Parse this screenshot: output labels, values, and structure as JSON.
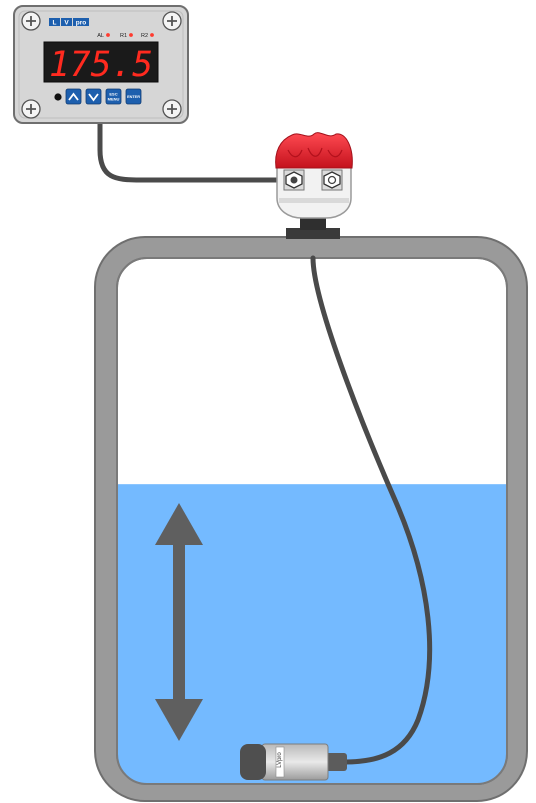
{
  "meter": {
    "brand_label_1": "L",
    "brand_label_2": "V",
    "brand_label_3": "pro",
    "display_value": "175.5",
    "indicators": [
      "AL",
      "R1",
      "R2"
    ],
    "indicator_color": "#ff3b2f",
    "buttons": {
      "up_icon": "chevron-up-icon",
      "down_icon": "chevron-down-icon",
      "esc_menu_line1": "ESC",
      "esc_menu_line2": "MENU",
      "enter": "ENTER"
    }
  },
  "probe_label": "LVpro",
  "fill_level": 0.57,
  "colors": {
    "liquid": "#74baff",
    "tank_border": "#8c8c8c",
    "cap": "#e8202e",
    "cable": "#4a4a4a",
    "display_bg": "#1a1a1a",
    "display_digits": "#ff2a1f",
    "meter_body": "#d6d6d6",
    "button_blue": "#1d5fae",
    "arrow": "#5f5f5f"
  }
}
